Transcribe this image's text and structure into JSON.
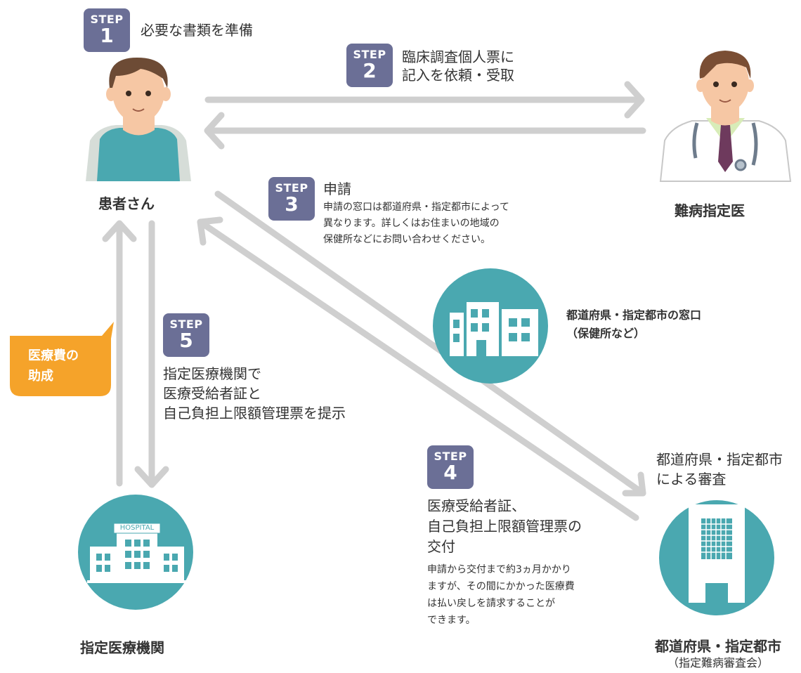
{
  "colors": {
    "step_badge": "#6b6f96",
    "teal": "#4aa8b0",
    "arrow": "#cfcfcf",
    "callout": "#f5a32a",
    "text": "#333333"
  },
  "step_word": "STEP",
  "steps": {
    "s1": {
      "num": "1",
      "text": "必要な書類を準備"
    },
    "s2": {
      "num": "2",
      "line1": "臨床調査個人票に",
      "line2": "記入を依頼・受取"
    },
    "s3": {
      "num": "3",
      "title": "申請",
      "desc1": "申請の窓口は都道府県・指定都市によって",
      "desc2": "異なります。詳しくはお住まいの地域の",
      "desc3": "保健所などにお問い合わせください。"
    },
    "s4": {
      "num": "4",
      "line1": "医療受給者証、",
      "line2": "自己負担上限額管理票の",
      "line3": "交付",
      "note1": "申請から交付まで約3ヵ月かかり",
      "note2": "ますが、その間にかかった医療費",
      "note3": "は払い戻しを請求することが",
      "note4": "できます。"
    },
    "s5": {
      "num": "5",
      "line1": "指定医療機関で",
      "line2": "医療受給者証と",
      "line3": "自己負担上限額管理票を提示"
    }
  },
  "actors": {
    "patient": "患者さん",
    "doctor": "難病指定医",
    "hospital": "指定医療機関",
    "hospital_sign": "HOSPITAL",
    "window1": "都道府県・指定都市の窓口",
    "window2": "（保健所など）",
    "pref1": "都道府県・指定都市",
    "pref2": "（指定難病審査会）",
    "review1": "都道府県・指定都市",
    "review2": "による審査"
  },
  "callout": {
    "line1": "医療費の",
    "line2": "助成"
  }
}
